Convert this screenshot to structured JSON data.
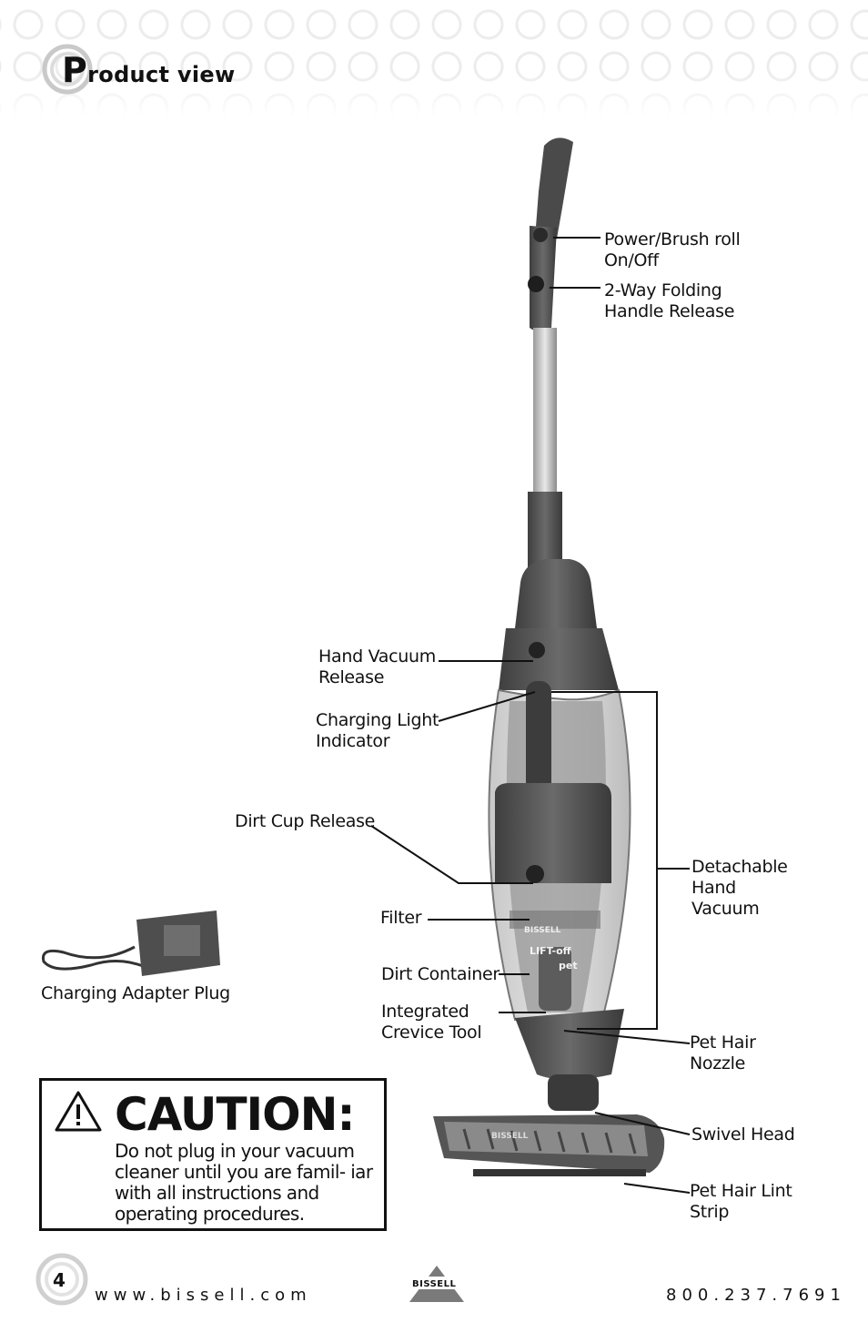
{
  "header": {
    "title_initial": "P",
    "title_rest": "roduct view"
  },
  "labels": {
    "power_brush": "Power/Brush roll\nOn/Off",
    "folding_handle": "2-Way Folding\nHandle Release",
    "hand_vacuum_release": "Hand Vacuum\nRelease",
    "charging_light": "Charging Light\nIndicator",
    "dirt_cup_release": "Dirt Cup Release",
    "filter": "Filter",
    "dirt_container": "Dirt Container",
    "crevice_tool": "Integrated\nCrevice Tool",
    "detachable": "Detachable\nHand\nVacuum",
    "pet_hair_nozzle": "Pet Hair\nNozzle",
    "swivel_head": "Swivel Head",
    "lint_strip": "Pet Hair Lint\nStrip",
    "charging_adapter": "Charging Adapter Plug"
  },
  "product_text": {
    "brand": "BISSELL",
    "model_line1": "LIFT-off",
    "model_line2": "pet"
  },
  "caution": {
    "heading": "CAUTION:",
    "body": "Do not plug in your vacuum cleaner until you are famil- iar with all instructions and operating procedures."
  },
  "footer": {
    "page_number": "4",
    "url": "www.bissell.com",
    "phone": "800.237.7691",
    "logo": "BISSELL"
  }
}
